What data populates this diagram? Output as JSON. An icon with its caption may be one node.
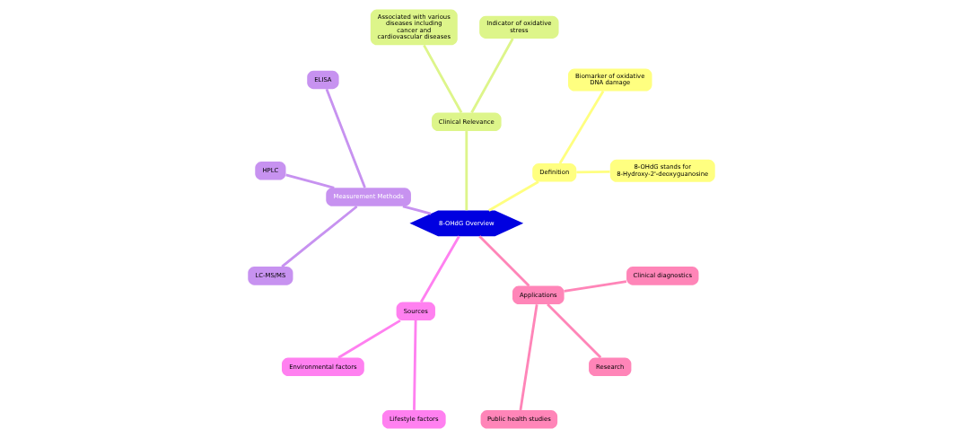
{
  "diagram": {
    "nodes": [
      {
        "text": [
          "8-OHdG Overview"
        ]
      },
      {
        "text": [
          "Definition"
        ]
      },
      {
        "text": [
          "8-OHdG stands for 8-Hydroxy-2'-deoxyguanosine"
        ]
      },
      {
        "text": [
          "Biomarker of oxidative DNA damage"
        ]
      },
      {
        "text": [
          "Clinical Relevance"
        ]
      },
      {
        "text": [
          "Indicator of oxidative stress"
        ]
      },
      {
        "text": [
          "Associated with various diseases including cancer and cardiovascular diseases"
        ]
      },
      {
        "text": [
          "Measurement Methods"
        ]
      },
      {
        "text": [
          "ELISA"
        ]
      },
      {
        "text": [
          "HPLC"
        ]
      },
      {
        "text": [
          "LC-MS/MS"
        ]
      },
      {
        "text": [
          "Sources"
        ]
      },
      {
        "text": [
          "Environmental factors"
        ]
      },
      {
        "text": [
          "Lifestyle factors"
        ]
      },
      {
        "text": [
          "Applications"
        ]
      },
      {
        "text": [
          "Public health studies"
        ]
      },
      {
        "text": [
          "Research"
        ]
      },
      {
        "text": [
          "Clinical diagnostics"
        ]
      }
    ],
    "edges": [
      {
        "from": 0,
        "to": 1,
        "arrow": "none",
        "color": "#ffff80"
      },
      {
        "from": 1,
        "to": 2,
        "arrow": "none",
        "color": "#ffff80"
      },
      {
        "from": 1,
        "to": 3,
        "arrow": "none",
        "color": "#ffff80"
      },
      {
        "from": 0,
        "to": 4,
        "arrow": "none",
        "color": "#ddf58a"
      },
      {
        "from": 4,
        "to": 5,
        "arrow": "none",
        "color": "#ddf58a"
      },
      {
        "from": 4,
        "to": 6,
        "arrow": "none",
        "color": "#ddf58a"
      },
      {
        "from": 0,
        "to": 7,
        "arrow": "none",
        "color": "#c792f0"
      },
      {
        "from": 7,
        "to": 8,
        "arrow": "none",
        "color": "#c792f0"
      },
      {
        "from": 7,
        "to": 9,
        "arrow": "none",
        "color": "#c792f0"
      },
      {
        "from": 7,
        "to": 10,
        "arrow": "none",
        "color": "#c792f0"
      },
      {
        "from": 0,
        "to": 11,
        "arrow": "none",
        "color": "#ff80f0"
      },
      {
        "from": 11,
        "to": 12,
        "arrow": "none",
        "color": "#ff80f0"
      },
      {
        "from": 11,
        "to": 13,
        "arrow": "none",
        "color": "#ff80f0"
      },
      {
        "from": 0,
        "to": 14,
        "arrow": "none",
        "color": "#ff85b8"
      },
      {
        "from": 14,
        "to": 15,
        "arrow": "none",
        "color": "#ff85b8"
      },
      {
        "from": 14,
        "to": 16,
        "arrow": "none",
        "color": "#ff85b8"
      },
      {
        "from": 14,
        "to": 17,
        "arrow": "none",
        "color": "#ff85b8"
      }
    ]
  }
}
